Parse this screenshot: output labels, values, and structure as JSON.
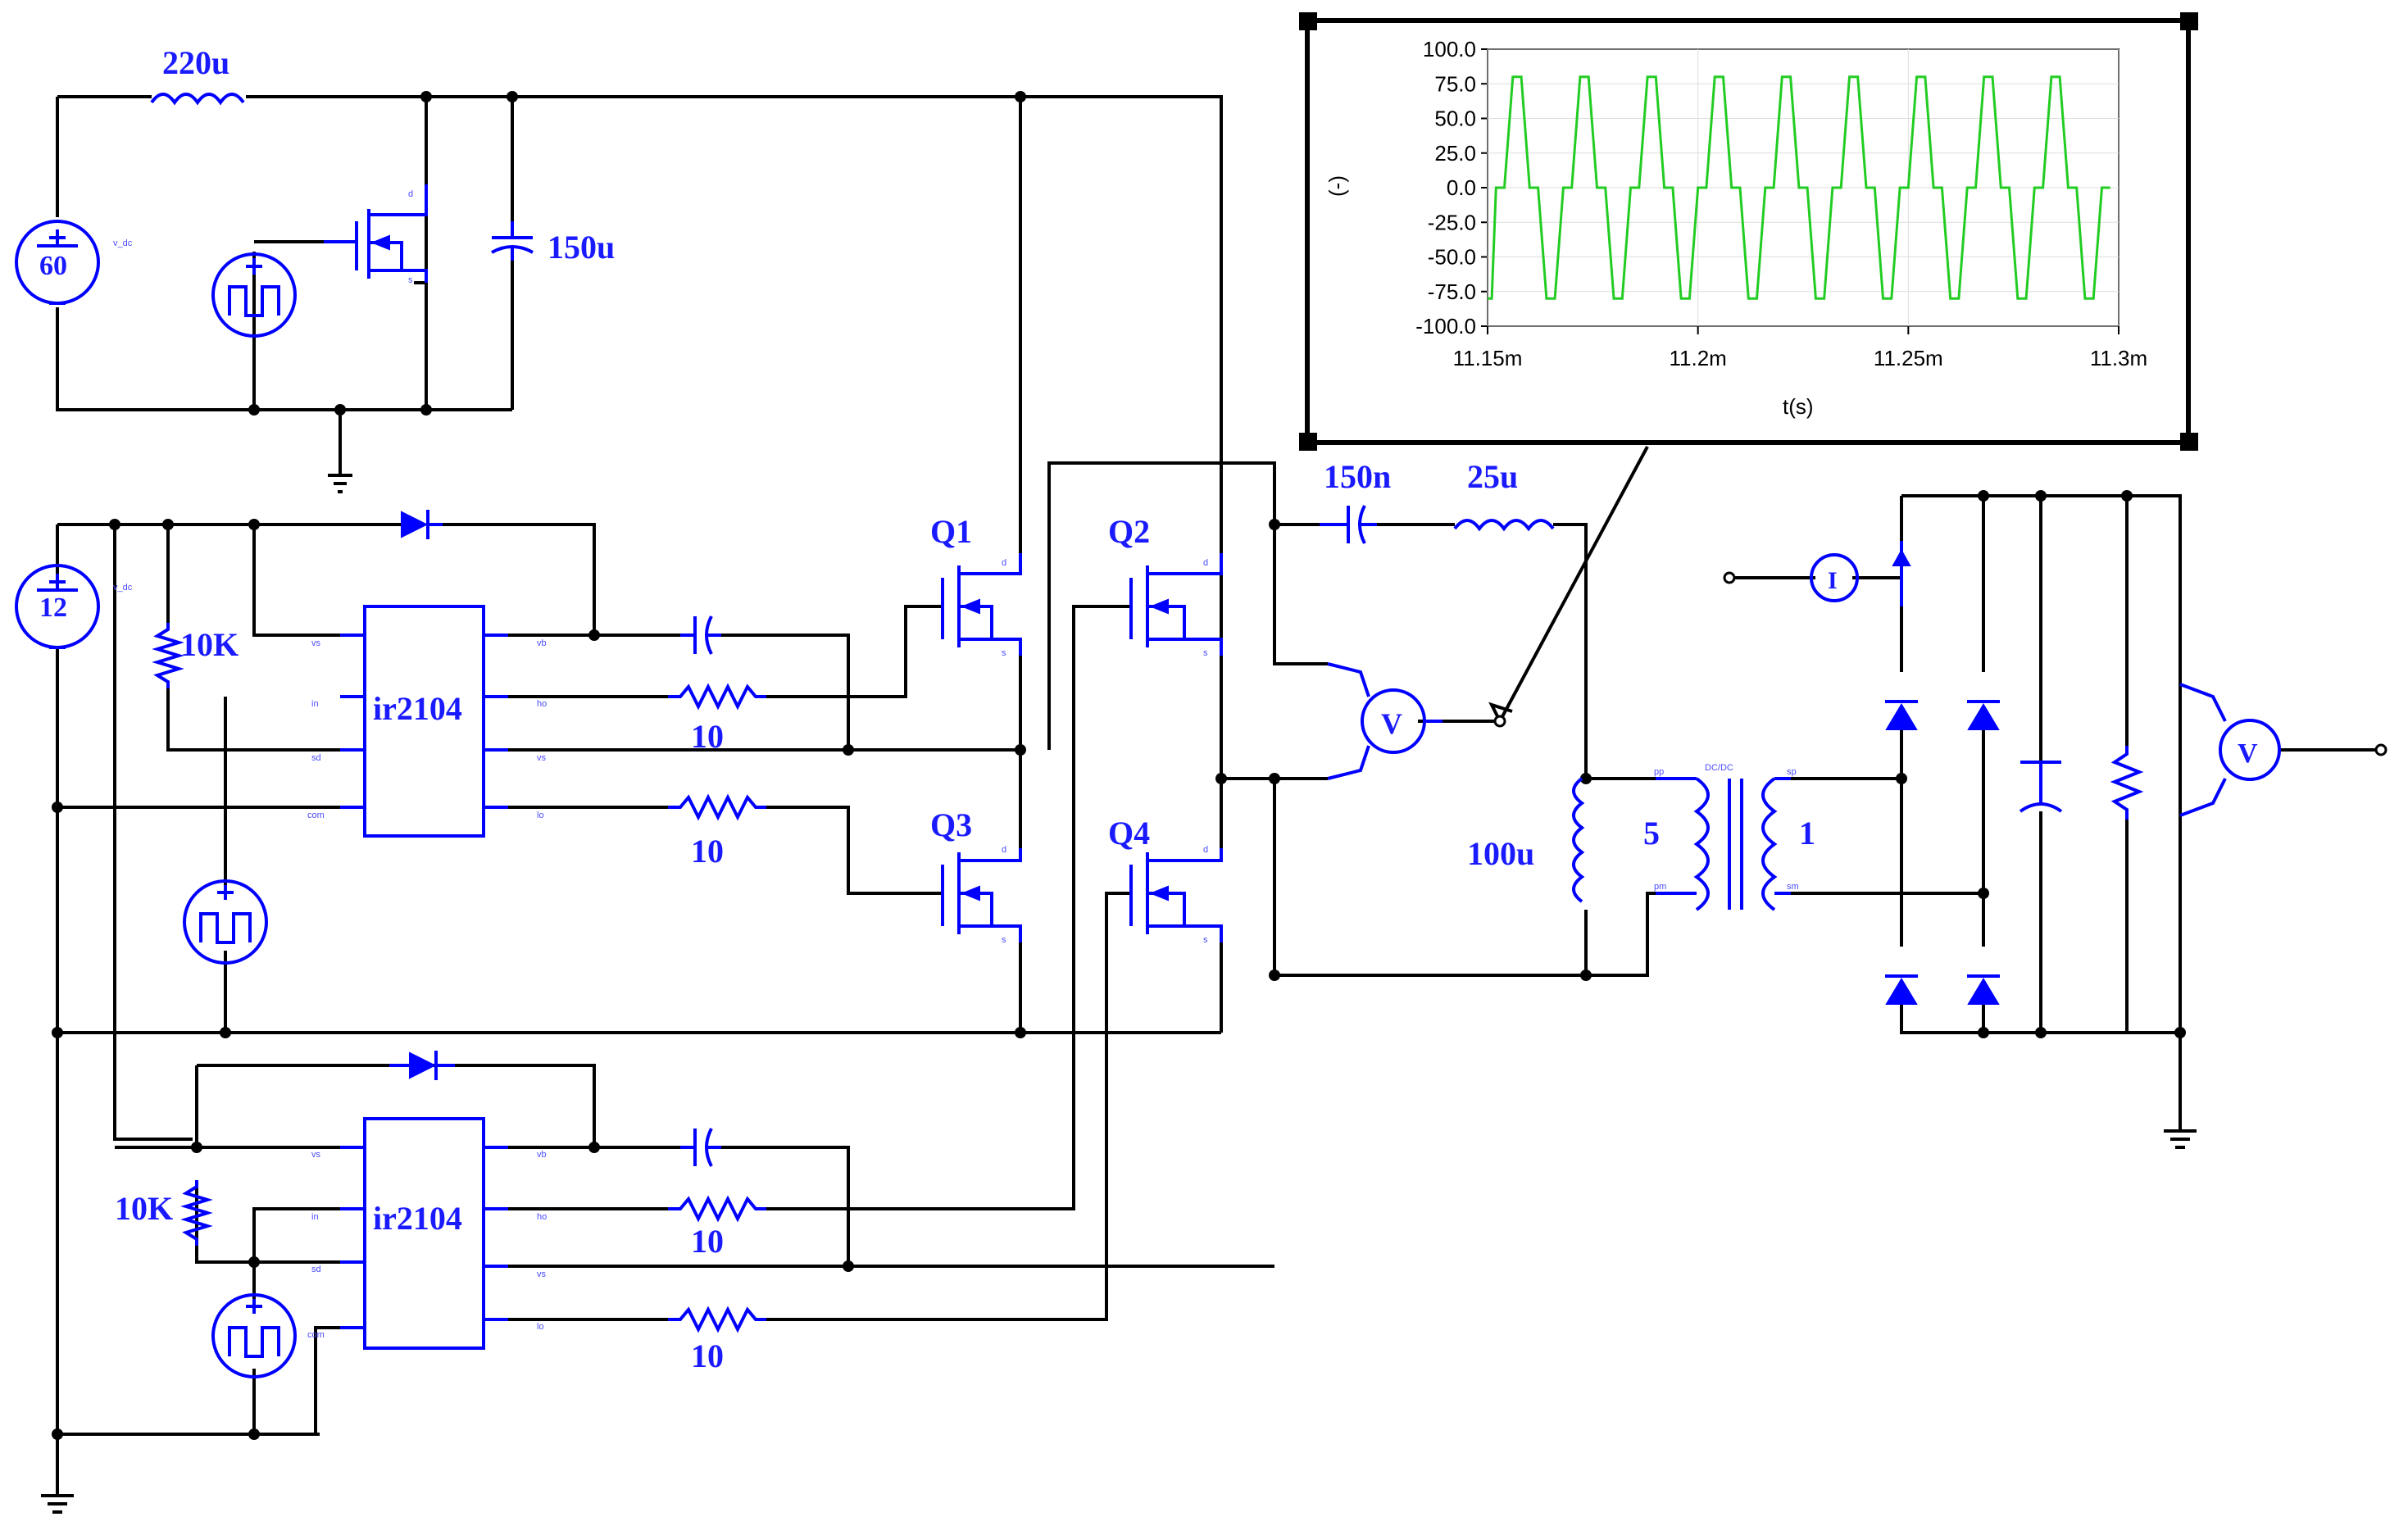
{
  "components": {
    "inductor_in": "220u",
    "source_60": "60",
    "cap_in": "150u",
    "source_12": "12",
    "resistor_10k_top": "10K",
    "resistor_10k_bottom": "10K",
    "driver_top": "ir2104",
    "driver_bottom": "ir2104",
    "gate_res_1": "10",
    "gate_res_2": "10",
    "gate_res_3": "10",
    "gate_res_4": "10",
    "q1": "Q1",
    "q2": "Q2",
    "q3": "Q3",
    "q4": "Q4",
    "cap_res": "150n",
    "ind_res": "25u",
    "ind_mag": "100u",
    "turns_primary": "5",
    "turns_secondary": "1",
    "voltmeter_label": "V",
    "current_probe_label": "I",
    "source_pulse_labels": [
      "v_dc",
      "v_dc"
    ],
    "pin_labels": [
      "vs",
      "in",
      "sd",
      "com",
      "vb",
      "ho",
      "vs",
      "lo"
    ],
    "transformer_pin_labels": [
      "pp",
      "DC/DC",
      "sp",
      "pm",
      "sm"
    ]
  },
  "chart_data": {
    "type": "line",
    "title": "",
    "xlabel": "t(s)",
    "ylabel": "(-)",
    "xlim": [
      11.15,
      11.3
    ],
    "ylim": [
      -100,
      100
    ],
    "x_ticks": [
      "11.15m",
      "11.2m",
      "11.25m",
      "11.3m"
    ],
    "y_ticks": [
      "100.0",
      "75.0",
      "50.0",
      "25.0",
      "0.0",
      "-25.0",
      "-50.0",
      "-75.0",
      "-100.0"
    ],
    "grid": true,
    "series": [
      {
        "color": "#22cc22",
        "x": [
          11.15,
          11.151,
          11.152,
          11.154,
          11.156,
          11.158,
          11.16,
          11.162,
          11.164,
          11.166,
          11.168,
          11.17,
          11.172,
          11.174,
          11.176,
          11.178,
          11.18,
          11.182,
          11.184,
          11.186,
          11.188,
          11.19,
          11.192,
          11.194,
          11.196,
          11.198,
          11.2,
          11.202,
          11.204,
          11.206,
          11.208,
          11.21,
          11.212,
          11.214,
          11.216,
          11.218,
          11.22,
          11.222,
          11.224,
          11.226,
          11.228,
          11.23,
          11.232,
          11.234,
          11.236,
          11.238,
          11.24,
          11.242,
          11.244,
          11.246,
          11.248,
          11.25,
          11.252,
          11.254,
          11.256,
          11.258,
          11.26,
          11.262,
          11.264,
          11.266,
          11.268,
          11.27,
          11.272,
          11.274,
          11.276,
          11.278,
          11.28,
          11.282,
          11.284,
          11.286,
          11.288,
          11.29,
          11.292,
          11.294,
          11.296,
          11.298
        ],
        "y": [
          -80,
          -80,
          0,
          0,
          80,
          80,
          0,
          0,
          -80,
          -80,
          0,
          0,
          80,
          80,
          0,
          0,
          -80,
          -80,
          0,
          0,
          80,
          80,
          0,
          0,
          -80,
          -80,
          0,
          0,
          80,
          80,
          0,
          0,
          -80,
          -80,
          0,
          0,
          80,
          80,
          0,
          0,
          -80,
          -80,
          0,
          0,
          80,
          80,
          0,
          0,
          -80,
          -80,
          0,
          0,
          80,
          80,
          0,
          0,
          -80,
          -80,
          0,
          0,
          80,
          80,
          0,
          0,
          -80,
          -80,
          0,
          0,
          80,
          80,
          0,
          0,
          -80,
          -80,
          0,
          0
        ]
      }
    ]
  }
}
